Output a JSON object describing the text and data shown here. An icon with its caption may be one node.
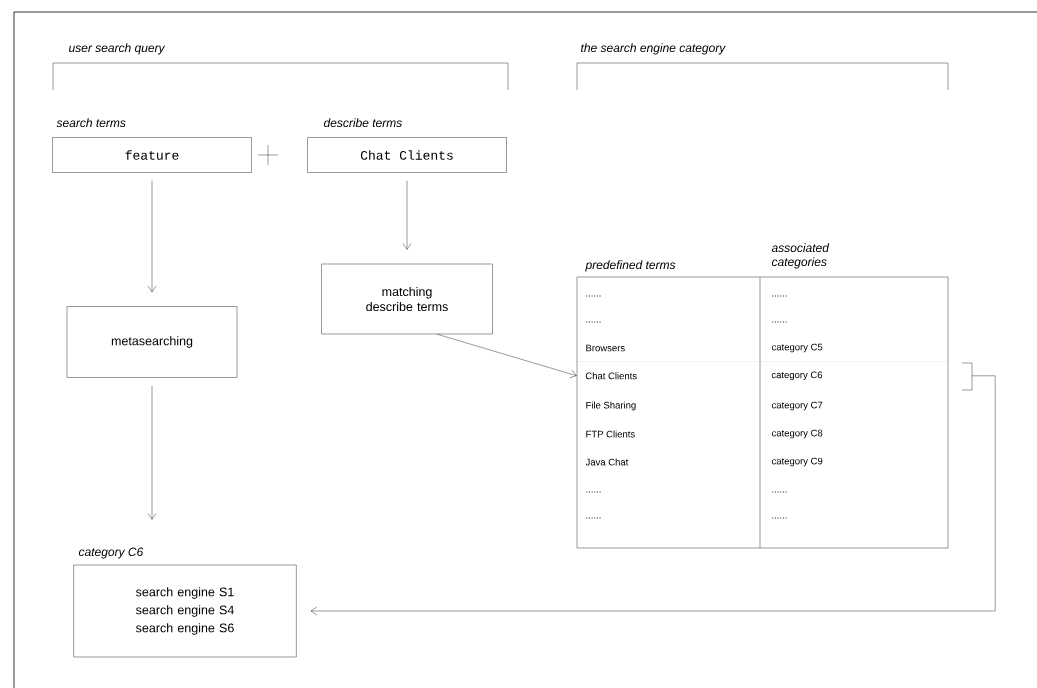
{
  "diagram": {
    "nodes": [
      {
        "text": [
          "search terms",
          "feature"
        ]
      },
      {
        "text": [
          "describe terms",
          "Chat Clients"
        ]
      },
      {
        "text": [
          "metasearching"
        ]
      },
      {
        "text": [
          "matching describe terms"
        ]
      },
      {
        "text": [
          "predefined terms",
          "associated categories"
        ]
      },
      {
        "text": [
          "Chat Clients",
          "category C6"
        ],
        "in": 4
      },
      {
        "text": [
          "category C6",
          "search engine S1",
          "search engine S4",
          "search engine S6"
        ]
      }
    ],
    "edges": [
      {
        "from": 0,
        "to": 2,
        "arrow": "to"
      },
      {
        "from": 2,
        "to": 6,
        "arrow": "to"
      },
      {
        "from": 1,
        "to": 3,
        "arrow": "to"
      },
      {
        "from": 3,
        "to": 5,
        "arrow": "to"
      },
      {
        "from": 5,
        "to": 6,
        "arrow": "to"
      }
    ],
    "labels": [
      "user search query",
      "the search engine category",
      "......",
      "......",
      "......",
      "......",
      "Browsers",
      "category C5",
      "File Sharing",
      "category C7",
      "FTP Clients",
      "category C8",
      "Java Chat",
      "category C9",
      "......",
      "......",
      "......",
      "......"
    ]
  }
}
